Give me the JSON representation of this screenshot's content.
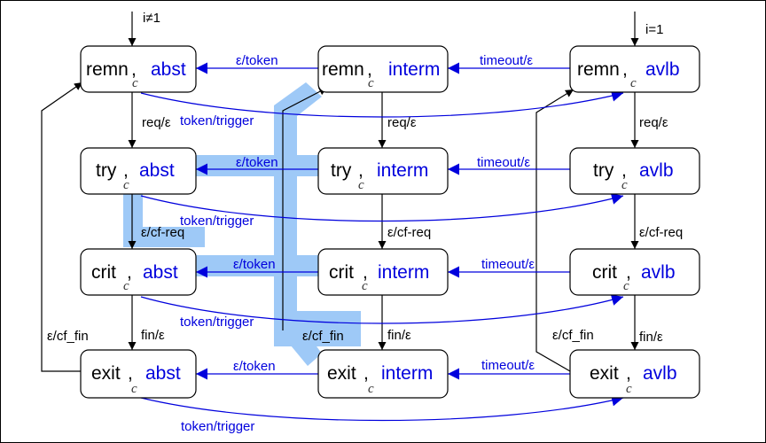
{
  "colors": {
    "mode_text": "#0000dd",
    "highlight": "#9ec9f7",
    "edge_blue": "#0000dd",
    "edge_black": "#000000"
  },
  "states": {
    "remn_abst": {
      "base": "remn",
      "mode": "abst"
    },
    "remn_interm": {
      "base": "remn",
      "mode": "interm"
    },
    "remn_avlb": {
      "base": "remn",
      "mode": "avlb"
    },
    "try_abst": {
      "base": "try",
      "mode": "abst"
    },
    "try_interm": {
      "base": "try",
      "mode": "interm"
    },
    "try_avlb": {
      "base": "try",
      "mode": "avlb"
    },
    "crit_abst": {
      "base": "crit",
      "mode": "abst"
    },
    "crit_interm": {
      "base": "crit",
      "mode": "interm"
    },
    "crit_avlb": {
      "base": "crit",
      "mode": "avlb"
    },
    "exit_abst": {
      "base": "exit",
      "mode": "abst"
    },
    "exit_interm": {
      "base": "exit",
      "mode": "interm"
    },
    "exit_avlb": {
      "base": "exit",
      "mode": "avlb"
    }
  },
  "separator": ",",
  "subscript": "c",
  "labels": {
    "init_left": "i≠1",
    "init_right": "i=1",
    "token": "ε/token",
    "timeout": "timeout/ε",
    "req": "req/ε",
    "cf_req": "ε/cf-req",
    "fin": "fin/ε",
    "cf_fin": "ε/cf_fin",
    "token_trigger": "token/trigger"
  }
}
